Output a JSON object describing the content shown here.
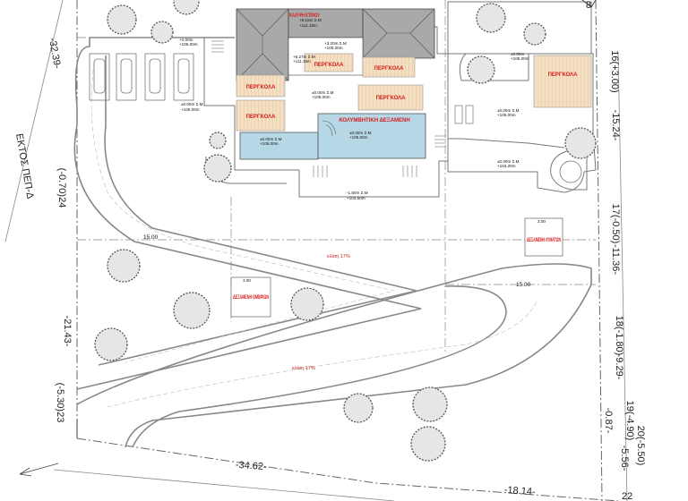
{
  "colors": {
    "building_roof": "#a9a9a9",
    "pergola": "#f4dfc2",
    "pool": "#b6d7e6",
    "label_red": "#d61b1b",
    "line": "#666666",
    "tree_dark": "#555555",
    "tree_light": "#e6e6e6"
  },
  "labels": {
    "roof": "ΚΑΛΥΨΗ ΚΤΙΡΙΟΥ",
    "pergola1": "ΠΕΡΓΚΟΛΑ",
    "pergola2": "ΠΕΡΓΚΟΛΑ",
    "pergola3": "ΠΕΡΓΚΟΛΑ",
    "pergola4": "ΠΕΡΓΚΟΛΑ",
    "pergola5": "ΠΕΡΓΚΟΛΑ",
    "pergola6": "ΠΕΡΓΚΟΛΑ",
    "pool": "ΚΟΛΥΜΒΗΤΙΚΗ ΔΕΞΑΜΕΝΗ",
    "sewage_tank": "ΔΕΞΑΜΕΝΗ ΛΥΜΑΤΩΝ",
    "rain_tank": "ΔΕΞΑΜΕΝΗ ΟΜΒΡΙΩΝ",
    "boundary": "ΕΚΤΟΣ ΠΕΠ-Δ"
  },
  "levels": {
    "roof_a": "+8.15m Σ.Μ",
    "roof_a2": "+111.15m",
    "l1a": "+2.00m",
    "l1b": "+105.00m",
    "l2a": "+3.20m Σ.Μ",
    "l2b": "+105.20m",
    "l3a": "+6.27m Σ.Μ",
    "l3b": "+111.15m",
    "l4a": "±0.00m Σ.Μ",
    "l4b": "+105.00m",
    "l5a": "±0.00m Σ.Μ",
    "l5b": "+105.00m",
    "l6a": "±0.00m Σ.Μ",
    "l6b": "+105.00m",
    "l7a": "±0.00m Σ.Μ",
    "l7b": "+105.00m",
    "l8a": "-1.50m Σ.Μ",
    "l8b": "+103.50m",
    "l9a": "±0.00m Σ.Μ",
    "l9b": "+105.00m",
    "l10a": "±0.00m",
    "l10b": "+105.00m",
    "l11a": "±0.00m Σ.Μ",
    "l11b": "+104.20m"
  },
  "dimensions": {
    "d1": "-32.39-",
    "d2": "(-0.70)24",
    "d3": "-21.43-",
    "d4": "(-5.30)23",
    "d5": "-34.62-",
    "d6": "-18.14-",
    "d7": "16(+3.00)",
    "d8": "-15.24-",
    "d9": "17(-0.50)",
    "d10": "-11.36-",
    "d11": "18(-1.80)",
    "d12": "-9.29-",
    "d13": "-0.87-",
    "d14": "19(-4.90)",
    "d15": "20(-5.50)",
    "d16": "-5.56-",
    "d17": "22",
    "d18": "8"
  },
  "road": {
    "width1": "15.00",
    "width2": "15.00",
    "slope1": "κλίση 17%",
    "slope2": "κλίση 17%"
  },
  "tanks": {
    "sewage_size": "3.00",
    "rain_size": "3.00"
  }
}
